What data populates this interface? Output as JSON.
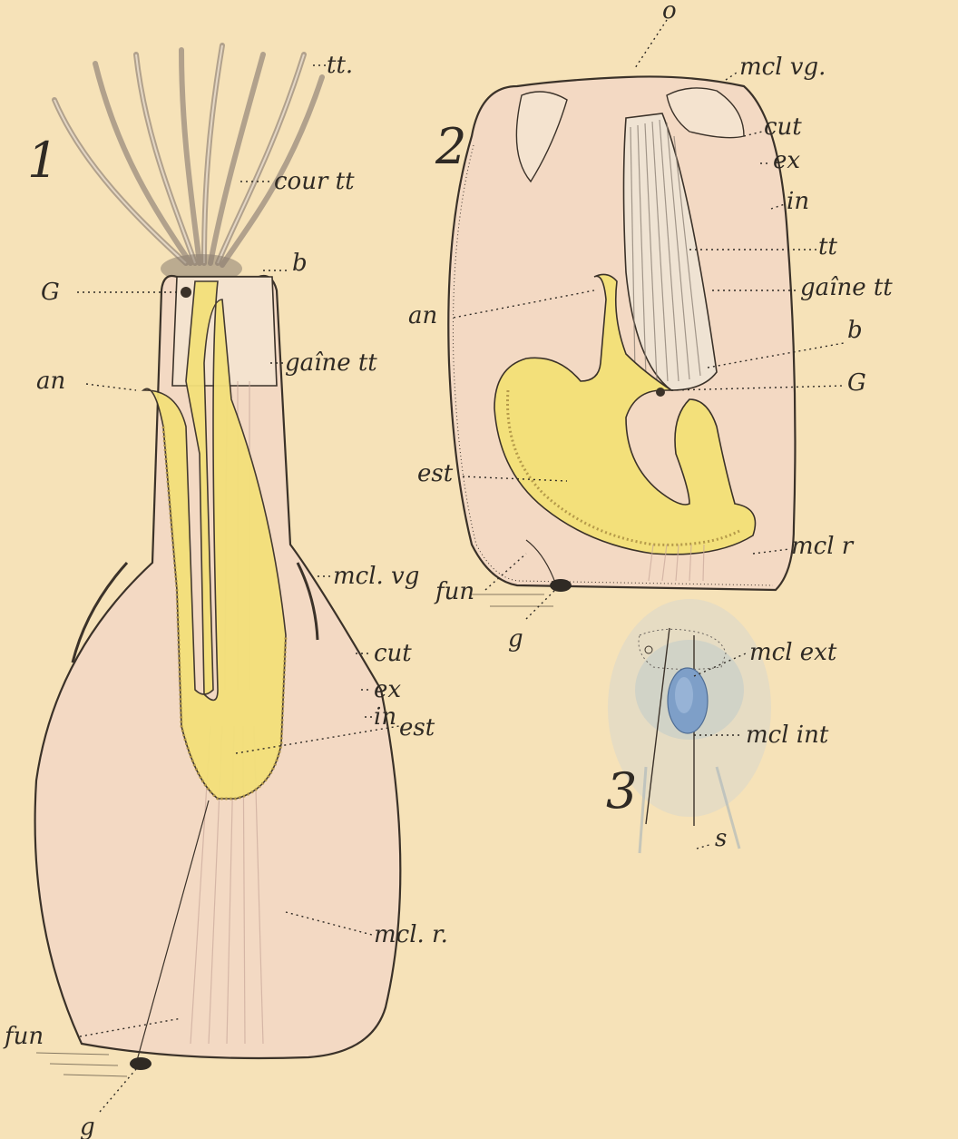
{
  "figures": [
    {
      "number": "1",
      "labels": {
        "tt": "tt.",
        "cour_tt": "cour tt",
        "b": "b",
        "G": "G",
        "gaine_tt": "gaîne tt",
        "an": "an",
        "mcl_vg": "mcl. vg",
        "cut": "cut",
        "ex": "ex",
        "in": "in",
        "est": "est",
        "mcl_r": "mcl. r.",
        "fun": "fun",
        "g": "g"
      }
    },
    {
      "number": "2",
      "labels": {
        "o": "o",
        "mcl_vg": "mcl vg.",
        "cut": "cut",
        "ex": "ex",
        "in": "in",
        "tt": "tt",
        "gaine_tt": "gaîne tt",
        "an": "an",
        "b": "b",
        "G": "G",
        "est": "est",
        "mcl_r": "mcl r",
        "fun": "fun",
        "g": "g"
      }
    },
    {
      "number": "3",
      "labels": {
        "s": "s",
        "mcl_ext": "mcl ext",
        "mcl_int": "mcl int"
      }
    }
  ],
  "colors": {
    "paper": "#f6e2b8",
    "body_pink": "#f3d9c3",
    "stomach_yellow": "#f3e07a",
    "nucleus_blue": "#7e9fc8",
    "ink": "#2f2a24"
  }
}
